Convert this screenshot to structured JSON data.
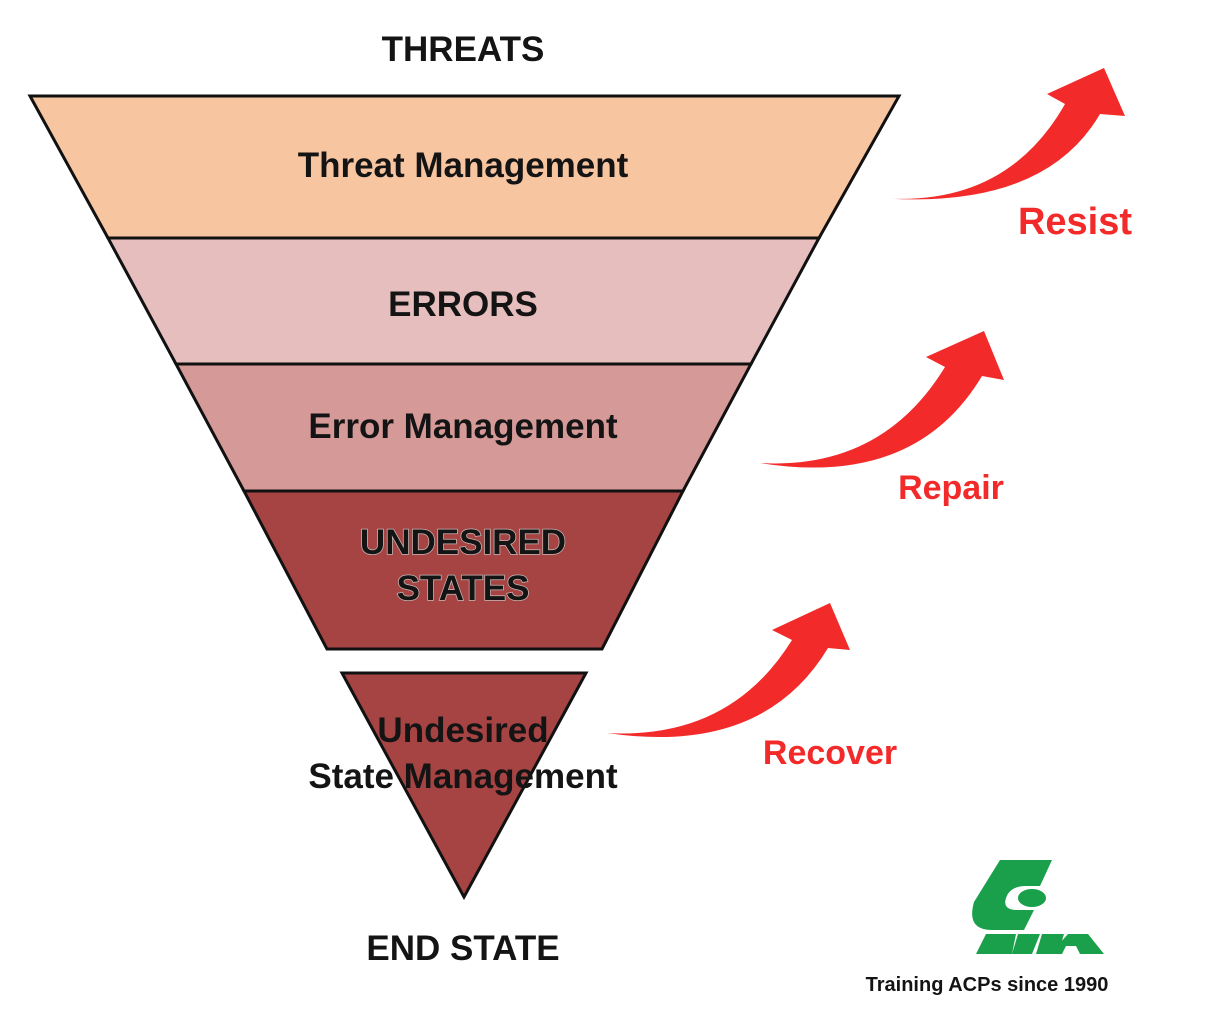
{
  "diagram": {
    "top_label": "THREATS",
    "bottom_label": "END STATE",
    "bands": [
      {
        "label": "Threat Management",
        "color": "#f8c5a1"
      },
      {
        "label": "ERRORS",
        "color": "#e6bebd"
      },
      {
        "label": "Error Management",
        "color": "#d59998"
      },
      {
        "label_line1": "UNDESIRED",
        "label_line2": "STATES",
        "color": "#a54443"
      },
      {
        "label_line1": "Undesired",
        "label_line2": "State Management",
        "color": "#a54443"
      }
    ],
    "arrows": [
      {
        "label": "Resist",
        "color": "#f22a2a"
      },
      {
        "label": "Repair",
        "color": "#f22a2a"
      },
      {
        "label": "Recover",
        "color": "#f22a2a"
      }
    ]
  },
  "logo": {
    "color": "#1aa04a",
    "tagline": "Training ACPs since 1990"
  }
}
